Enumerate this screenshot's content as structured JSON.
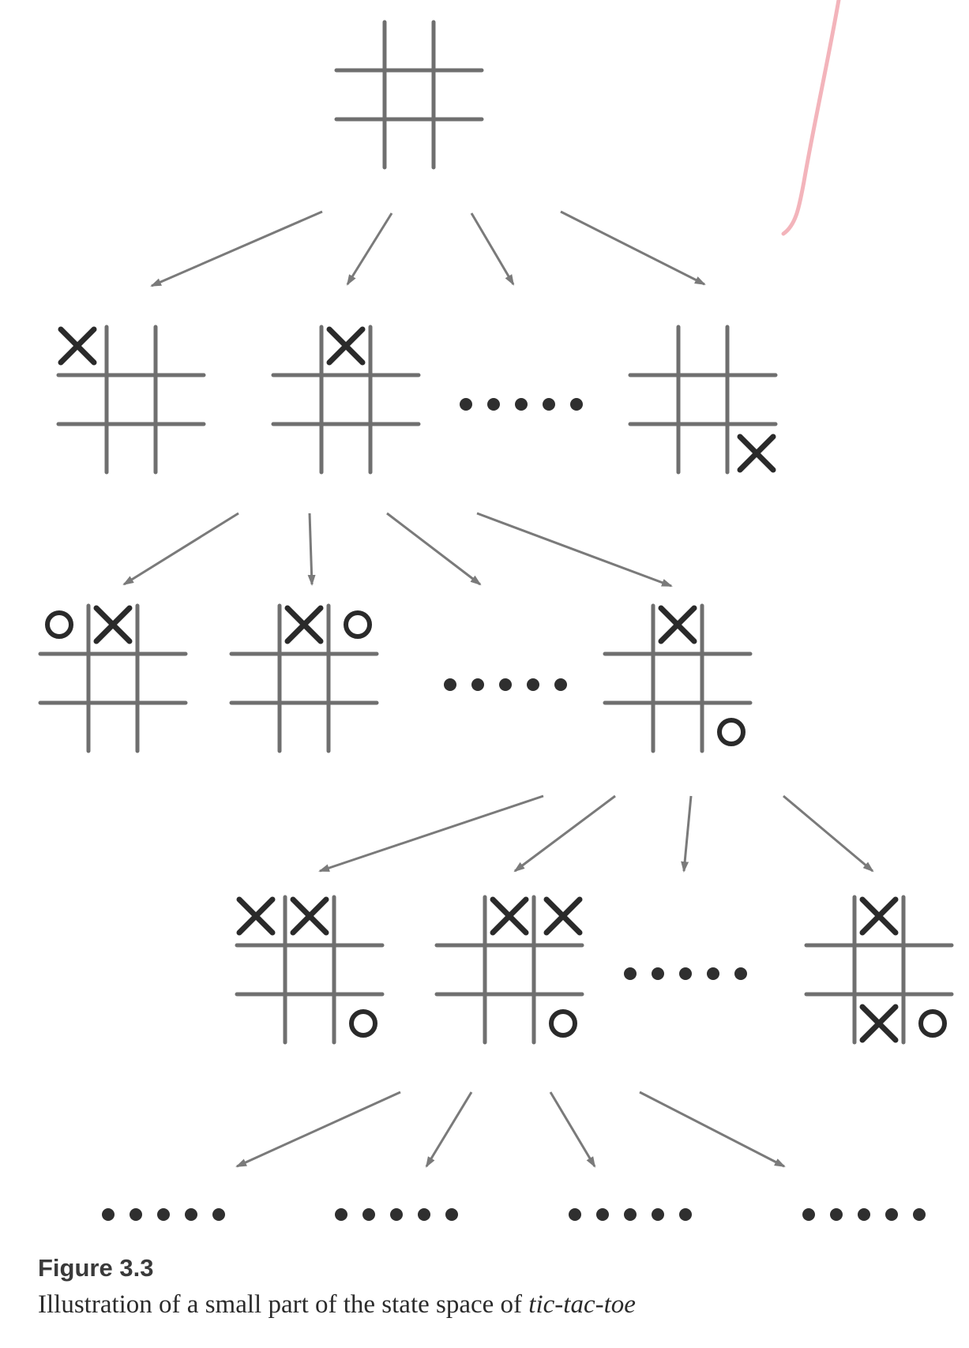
{
  "colors": {
    "grid": "#6f6f6f",
    "mark": "#2a2a2a",
    "arrow": "#7a7a7a",
    "dots": "#2f2f2f",
    "pen_line": "#f3b4bb"
  },
  "tree": {
    "levels": [
      {
        "name": "empty-board",
        "boards": [
          {
            "cells": [
              [
                "",
                "",
                ""
              ],
              [
                "",
                "",
                ""
              ],
              [
                "",
                "",
                ""
              ]
            ]
          }
        ]
      },
      {
        "name": "first-move",
        "boards": [
          {
            "cells": [
              [
                "X",
                "",
                ""
              ],
              [
                "",
                "",
                ""
              ],
              [
                "",
                "",
                ""
              ]
            ]
          },
          {
            "cells": [
              [
                "",
                "X",
                ""
              ],
              [
                "",
                "",
                ""
              ],
              [
                "",
                "",
                ""
              ]
            ]
          },
          {
            "ellipsis": true
          },
          {
            "cells": [
              [
                "",
                "",
                ""
              ],
              [
                "",
                "",
                ""
              ],
              [
                "",
                "",
                "X"
              ]
            ]
          }
        ]
      },
      {
        "name": "second-move",
        "boards": [
          {
            "cells": [
              [
                "O",
                "X",
                ""
              ],
              [
                "",
                "",
                ""
              ],
              [
                "",
                "",
                ""
              ]
            ]
          },
          {
            "cells": [
              [
                "",
                "X",
                "O"
              ],
              [
                "",
                "",
                ""
              ],
              [
                "",
                "",
                ""
              ]
            ]
          },
          {
            "ellipsis": true
          },
          {
            "cells": [
              [
                "",
                "X",
                ""
              ],
              [
                "",
                "",
                ""
              ],
              [
                "",
                "",
                "O"
              ]
            ]
          }
        ]
      },
      {
        "name": "third-move",
        "boards": [
          {
            "cells": [
              [
                "X",
                "X",
                ""
              ],
              [
                "",
                "",
                ""
              ],
              [
                "",
                "",
                "O"
              ]
            ]
          },
          {
            "cells": [
              [
                "",
                "X",
                "X"
              ],
              [
                "",
                "",
                ""
              ],
              [
                "",
                "",
                "O"
              ]
            ]
          },
          {
            "ellipsis": true
          },
          {
            "cells": [
              [
                "",
                "X",
                ""
              ],
              [
                "",
                "",
                ""
              ],
              [
                "",
                "X",
                "O"
              ]
            ]
          }
        ]
      },
      {
        "name": "further-moves",
        "boards": [
          {
            "ellipsis": true
          },
          {
            "ellipsis": true
          },
          {
            "ellipsis": true
          },
          {
            "ellipsis": true
          }
        ]
      }
    ]
  },
  "caption": {
    "label": "Figure 3.3",
    "text_before": "Illustration of a small part of the state space of ",
    "text_emph": "tic-tac-toe"
  }
}
